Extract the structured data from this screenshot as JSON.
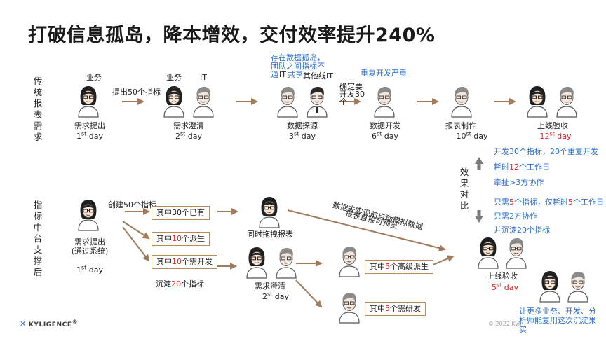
{
  "title": "打破信息孤岛，降本增效，交付效率提升240%",
  "row_labels": {
    "traditional": "传统报表需求",
    "platform": "指标中台支撑后"
  },
  "traditional": {
    "role_business_1": "业务",
    "role_business_2": "业务",
    "role_it": "IT",
    "arrow_label_1": "提出50个指标",
    "step1": {
      "label": "需求提出",
      "day_num": "1",
      "day_sup": "st",
      "day_word": " day"
    },
    "step2": {
      "label": "需求澄清",
      "day_num": "2",
      "day_sup": "st",
      "day_word": " day"
    },
    "step3": {
      "label": "数据探源",
      "day_num": "3",
      "day_sup": "st",
      "day_word": " day"
    },
    "step4": {
      "label": "数据开发",
      "day_num": "6",
      "day_sup": "st",
      "day_word": " day"
    },
    "step5": {
      "label": "报表制作",
      "day_num": "10",
      "day_sup": "st",
      "day_word": " day"
    },
    "step6": {
      "label": "上线验收",
      "day_num": "12",
      "day_sup": "st",
      "day_word": " day"
    },
    "note_island_1": "存在数据孤岛，",
    "note_island_2": "团队之间指标不",
    "note_island_3": "通",
    "note_island_4": "共享",
    "role_overlap_a": "IT",
    "role_overlap_b": "其他线IT",
    "note_dup": "重复开发严重",
    "confirm_1": "确定要",
    "confirm_2": "开发30",
    "confirm_3": "个"
  },
  "compare": {
    "label": "效果对比",
    "old_1": "开发30个指标，20个重复开发",
    "old_2_pre": "耗时",
    "old_2_num": "12",
    "old_2_post": "个工作日",
    "old_3": "牵扯>3方协作",
    "new_1_pre": "只需",
    "new_1_num1": "5",
    "new_1_mid": "个指标，仅耗时",
    "new_1_num2": "5",
    "new_1_post": "个工作日",
    "new_2": "只需2方协作",
    "new_3": "并沉淀20个指标"
  },
  "platform": {
    "create_label": "创建50个指标",
    "box1_pre": "其中30个已有",
    "box2_pre": "其中",
    "box2_num": "10",
    "box2_post": "个派生",
    "box3_pre": "其中",
    "box3_num": "10",
    "box3_post": "个需开发",
    "deposit_pre": "沉淀",
    "deposit_num": "20",
    "deposit_post": "个指标",
    "step1_label_1": "需求提出",
    "step1_label_2": "(通过系统)",
    "step1": {
      "day_num": "1",
      "day_sup": "st",
      "day_word": " day"
    },
    "drag_label": "同时拖拽报表",
    "clarify_label": "需求澄清",
    "clarify": {
      "day_num": "2",
      "day_sup": "st",
      "day_word": " day"
    },
    "diag_note_1": "数据未实现前自动模拟数据",
    "diag_note_2": "报表直接可预览",
    "box4_pre": "其中",
    "box4_num": "5",
    "box4_post": "个高级派生",
    "box5_pre": "其中",
    "box5_num": "5",
    "box5_post": "个需研发",
    "accept_label": "上线验收",
    "accept": {
      "day_num": "5",
      "day_sup": "st",
      "day_word": " day"
    },
    "bottom_note_1": "让更多业务、开发、分",
    "bottom_note_2": "析师能复用这次沉淀果",
    "bottom_note_3": "实"
  },
  "footer": {
    "copyright": "© 2022 Kyli",
    "logo": "KYLIGENCE",
    "logo_reg": "®"
  },
  "colors": {
    "arrow": "#a07a5a",
    "box_border": "#b8895a",
    "blue_text": "#2e6fd1",
    "red_text": "#e02020",
    "gray_arrow": "#7a7a7a"
  }
}
